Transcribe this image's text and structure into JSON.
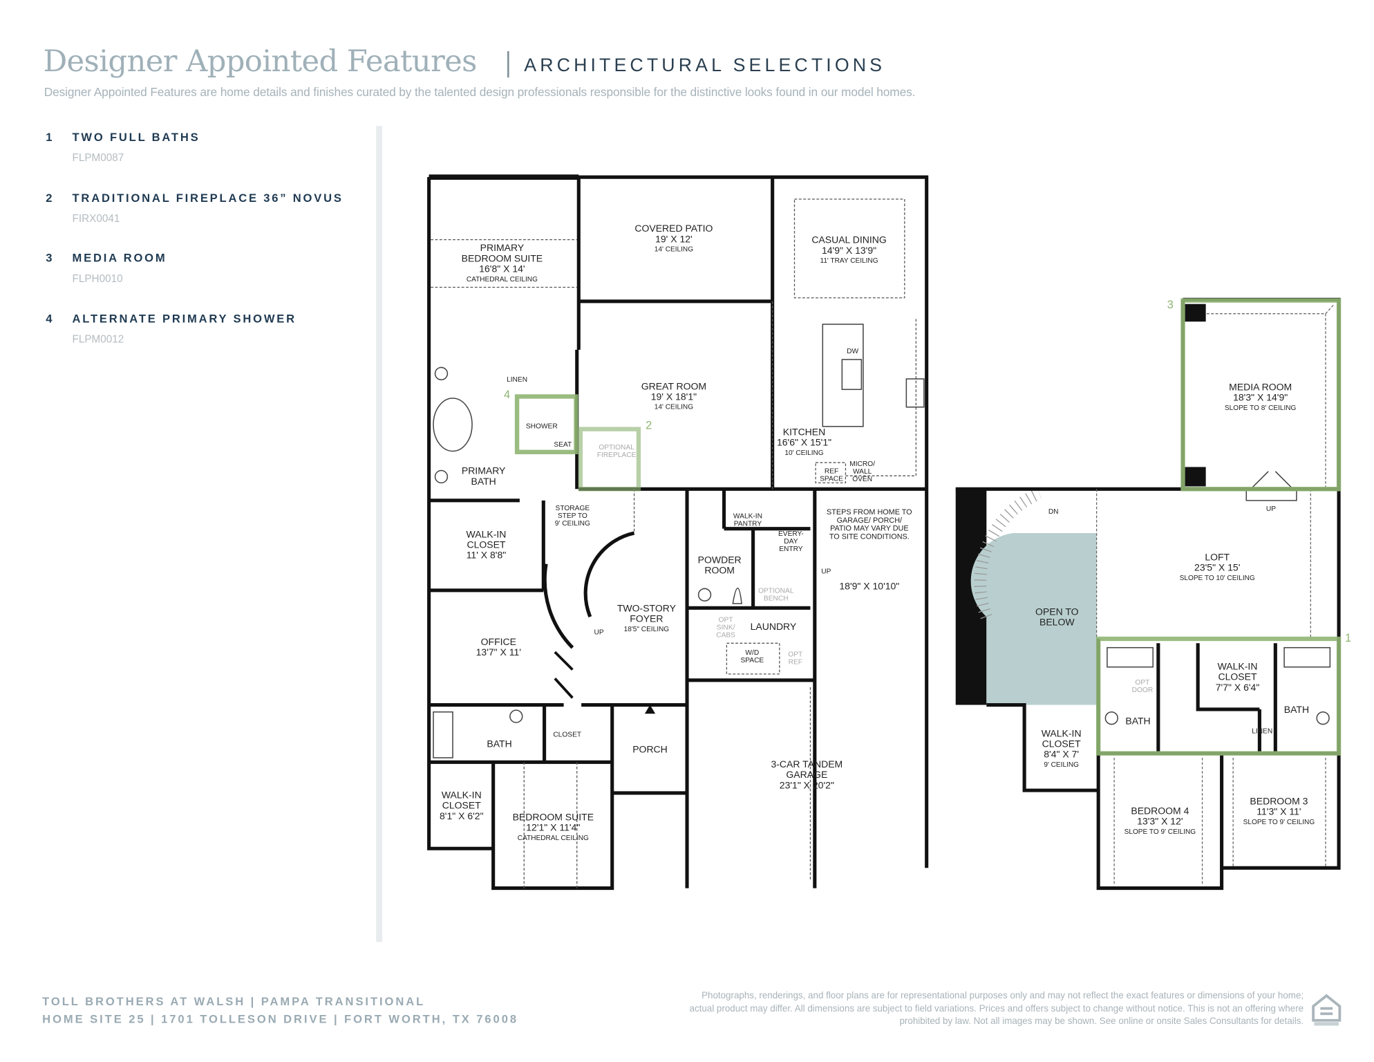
{
  "header": {
    "title": "Designer Appointed Features",
    "subtitle": "ARCHITECTURAL SELECTIONS",
    "description": "Designer Appointed Features are home details and finishes curated by the talented design professionals responsible for the distinctive looks found in our model homes."
  },
  "features": [
    {
      "num": "1",
      "name": "TWO FULL BATHS",
      "code": "FLPM0087"
    },
    {
      "num": "2",
      "name": "TRADITIONAL FIREPLACE 36” NOVUS",
      "code": "FIRX0041"
    },
    {
      "num": "3",
      "name": "MEDIA ROOM",
      "code": "FLPH0010"
    },
    {
      "num": "4",
      "name": "ALTERNATE PRIMARY SHOWER",
      "code": "FLPM0012"
    }
  ],
  "colors": {
    "highlight": "#8fb573",
    "open_to_below": "#b9cfcf",
    "navy": "#1f3a52"
  },
  "rooms": {
    "primary_bedroom": {
      "lines": [
        "PRIMARY",
        "BEDROOM SUITE",
        "16'8\" X 14'"
      ],
      "note": "CATHEDRAL CEILING"
    },
    "covered_patio": {
      "lines": [
        "COVERED PATIO",
        "19' X 12'"
      ],
      "note": "14' CEILING"
    },
    "casual_dining": {
      "lines": [
        "CASUAL DINING",
        "14'9\" X 13'9\""
      ],
      "note": "11' TRAY CEILING"
    },
    "dw": {
      "lines": [
        "DW"
      ],
      "note": ""
    },
    "linen": {
      "lines": [
        "LINEN"
      ],
      "note": ""
    },
    "great_room": {
      "lines": [
        "GREAT ROOM",
        "19' X 18'1\""
      ],
      "note": "14' CEILING"
    },
    "shower": {
      "lines": [
        "SHOWER"
      ],
      "note": ""
    },
    "seat": {
      "lines": [
        "SEAT"
      ],
      "note": ""
    },
    "optional_fireplace": {
      "lines": [
        "OPTIONAL",
        "FIREPLACE"
      ],
      "note": ""
    },
    "kitchen": {
      "lines": [
        "KITCHEN",
        "16'6\" X 15'1\""
      ],
      "note": "10' CEILING"
    },
    "ref_space": {
      "lines": [
        "REF",
        "SPACE"
      ],
      "note": ""
    },
    "micro_oven": {
      "lines": [
        "MICRO/",
        "WALL",
        "OVEN"
      ],
      "note": ""
    },
    "primary_bath": {
      "lines": [
        "PRIMARY",
        "BATH"
      ],
      "note": ""
    },
    "storage": {
      "lines": [
        "STORAGE",
        "STEP TO",
        "9' CEILING"
      ],
      "note": ""
    },
    "walkin_pantry": {
      "lines": [
        "WALK-IN",
        "PANTRY"
      ],
      "note": ""
    },
    "everyday_entry": {
      "lines": [
        "EVERY-",
        "DAY",
        "ENTRY"
      ],
      "note": ""
    },
    "steps_note": {
      "lines": [
        "STEPS FROM HOME TO",
        "GARAGE/ PORCH/",
        "PATIO MAY VARY DUE",
        "TO SITE CONDITIONS."
      ],
      "note": ""
    },
    "walkin_closet_primary": {
      "lines": [
        "WALK-IN",
        "CLOSET",
        "11' X 8'8\""
      ],
      "note": ""
    },
    "powder_room": {
      "lines": [
        "POWDER",
        "ROOM"
      ],
      "note": ""
    },
    "up_garage": {
      "lines": [
        "UP"
      ],
      "note": ""
    },
    "garage_steps_area": {
      "lines": [
        "18'9\" X 10'10\""
      ],
      "note": ""
    },
    "optional_bench": {
      "lines": [
        "OPTIONAL",
        "BENCH"
      ],
      "note": ""
    },
    "two_story_foyer": {
      "lines": [
        "TWO-STORY",
        "FOYER"
      ],
      "note": "18'5\" CEILING"
    },
    "up_stairs": {
      "lines": [
        "UP"
      ],
      "note": ""
    },
    "laundry": {
      "lines": [
        "LAUNDRY"
      ],
      "note": ""
    },
    "opt_sink": {
      "lines": [
        "OPT",
        "SINK/",
        "CABS"
      ],
      "note": ""
    },
    "wd_space": {
      "lines": [
        "W/D",
        "SPACE"
      ],
      "note": ""
    },
    "opt_ref": {
      "lines": [
        "OPT",
        "REF"
      ],
      "note": ""
    },
    "office": {
      "lines": [
        "OFFICE",
        "13'7\" X 11'"
      ],
      "note": ""
    },
    "bath_first": {
      "lines": [
        "BATH"
      ],
      "note": ""
    },
    "closet_first": {
      "lines": [
        "CLOSET"
      ],
      "note": ""
    },
    "porch": {
      "lines": [
        "PORCH"
      ],
      "note": ""
    },
    "garage": {
      "lines": [
        "3-CAR TANDEM",
        "GARAGE",
        "23'1\" X 20'2\""
      ],
      "note": ""
    },
    "walkin_closet_suite": {
      "lines": [
        "WALK-IN",
        "CLOSET",
        "8'1\" X 6'2\""
      ],
      "note": ""
    },
    "bedroom_suite": {
      "lines": [
        "BEDROOM SUITE",
        "12'1\" X 11'4\""
      ],
      "note": "CATHEDRAL CEILING"
    },
    "media_room": {
      "lines": [
        "MEDIA ROOM",
        "18'3\" X 14'9\""
      ],
      "note": "SLOPE TO 8' CEILING"
    },
    "up_media": {
      "lines": [
        "UP"
      ],
      "note": ""
    },
    "dn_stairs": {
      "lines": [
        "DN"
      ],
      "note": ""
    },
    "loft": {
      "lines": [
        "LOFT",
        "23'5\" X 15'"
      ],
      "note": "SLOPE TO 10' CEILING"
    },
    "open_to_below": {
      "lines": [
        "OPEN TO",
        "BELOW"
      ],
      "note": ""
    },
    "opt_door": {
      "lines": [
        "OPT",
        "DOOR"
      ],
      "note": ""
    },
    "bath_2a": {
      "lines": [
        "BATH"
      ],
      "note": ""
    },
    "walkin_closet_2": {
      "lines": [
        "WALK-IN",
        "CLOSET",
        "7'7\" X 6'4\""
      ],
      "note": ""
    },
    "bath_2b": {
      "lines": [
        "BATH"
      ],
      "note": ""
    },
    "linen_2": {
      "lines": [
        "LINEN"
      ],
      "note": ""
    },
    "walkin_closet_3": {
      "lines": [
        "WALK-IN",
        "CLOSET",
        "8'4\" X 7'"
      ],
      "note": "9' CEILING"
    },
    "bedroom_4": {
      "lines": [
        "BEDROOM 4",
        "13'3\" X 12'"
      ],
      "note": "SLOPE TO 9' CEILING"
    },
    "bedroom_3": {
      "lines": [
        "BEDROOM 3",
        "11'3\" X 11'"
      ],
      "note": "SLOPE TO 9' CEILING"
    }
  },
  "markers": {
    "m1": "1",
    "m2": "2",
    "m3": "3",
    "m4": "4"
  },
  "footer": {
    "line1": "TOLL BROTHERS AT WALSH  |  PAMPA TRANSITIONAL",
    "line2": "HOME SITE 25  |  1701 TOLLESON DRIVE  |  FORT WORTH, TX 76008",
    "disclaimer": "Photographs, renderings, and floor plans are for representational purposes only and may not reflect the exact features or dimensions of your home; actual product may differ. All dimensions are subject to field variations. Prices and offers subject to change without notice. This is not an offering where prohibited by law. Not all images may be shown. See online or onsite Sales Consultants for details.",
    "logo_text": "EQUAL HOUSING OPPORTUNITY"
  }
}
